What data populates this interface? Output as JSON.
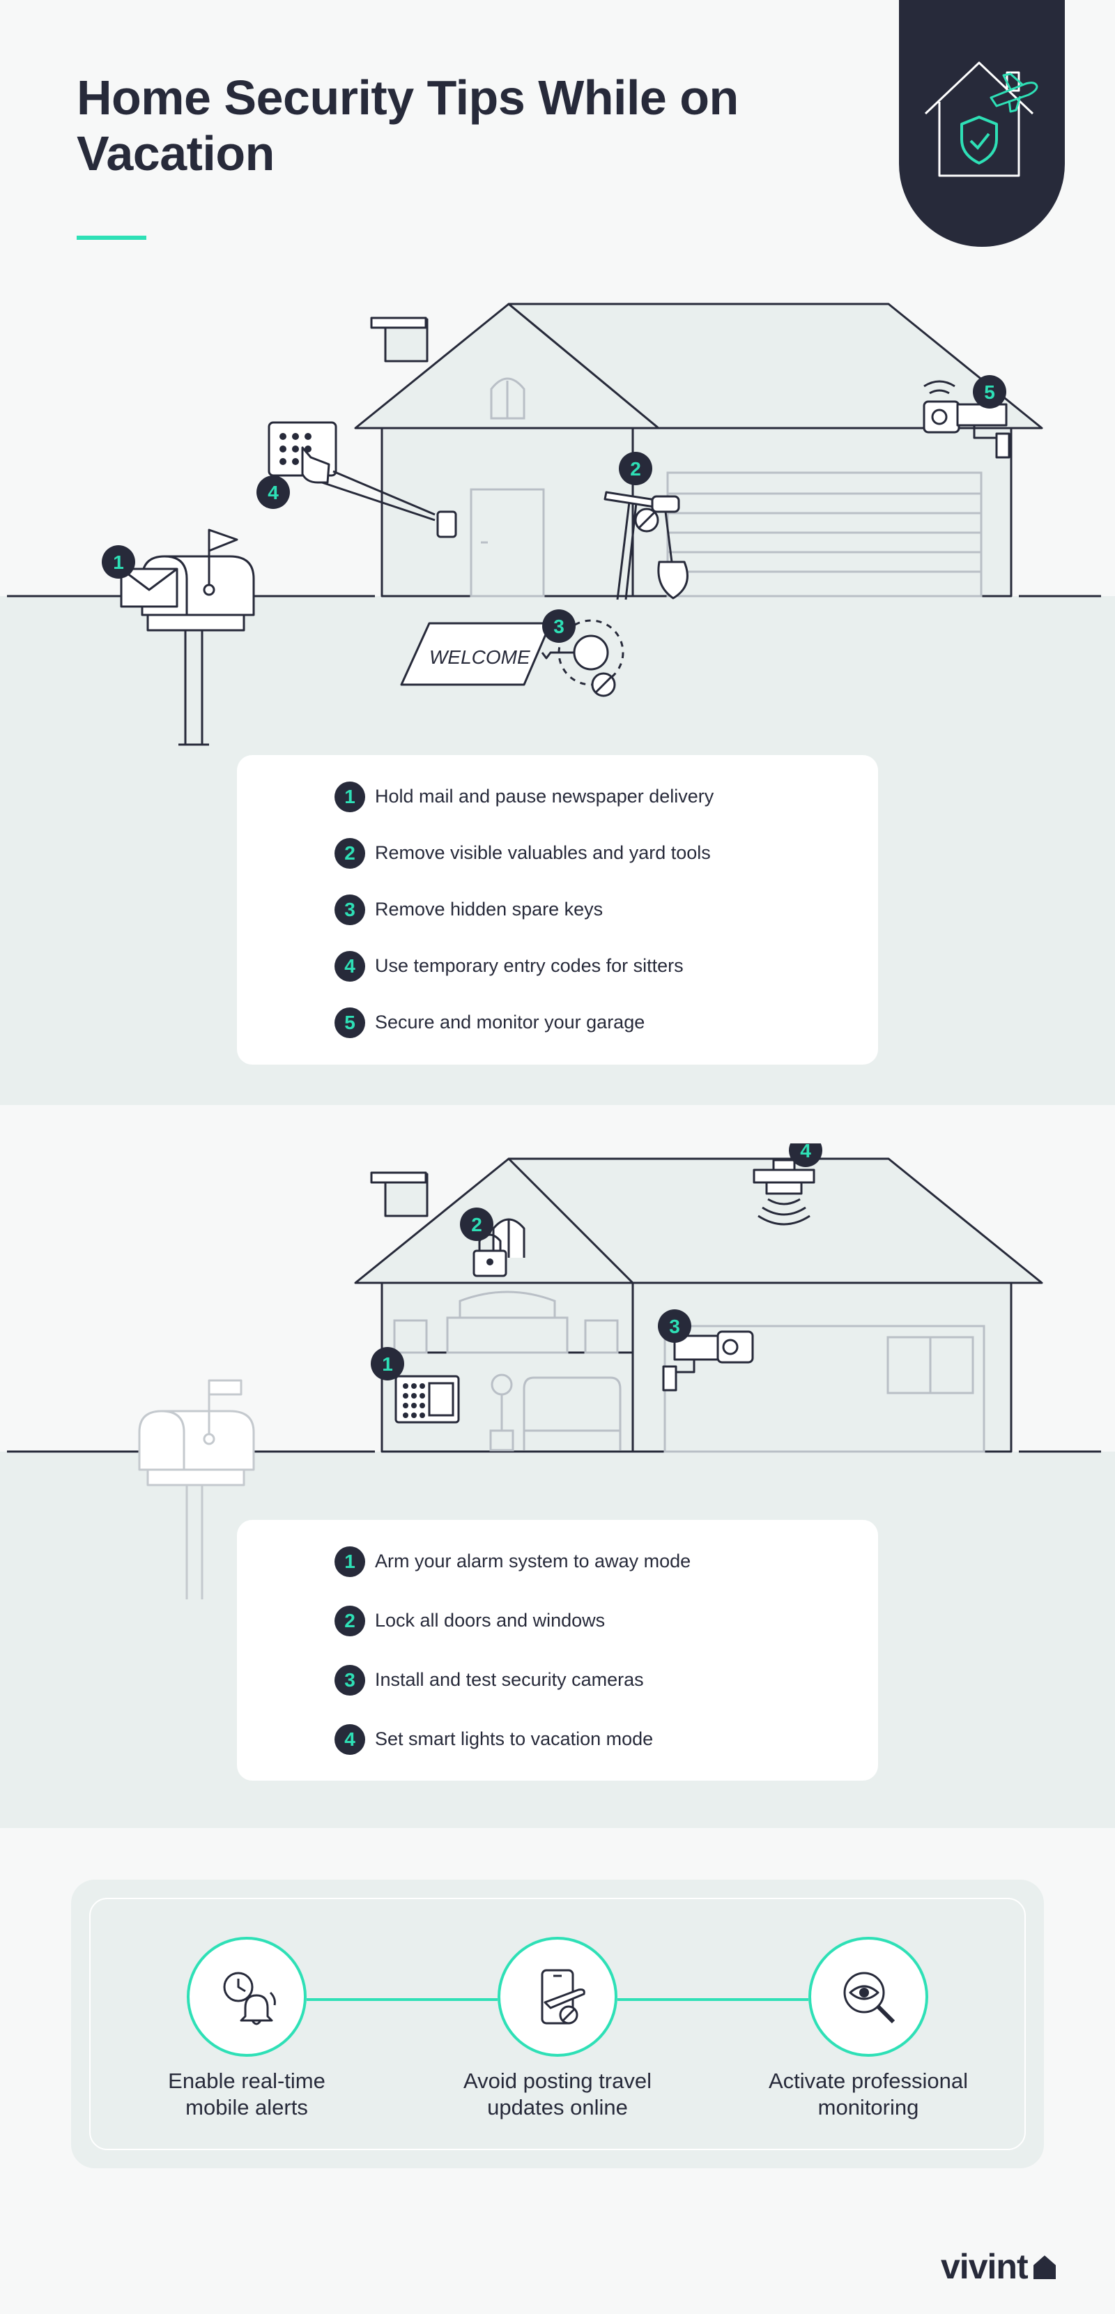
{
  "header": {
    "title": "Home Security Tips While on Vacation"
  },
  "colors": {
    "navy": "#272a3a",
    "accent": "#2ee0b6",
    "ground": "#e9efee",
    "card": "#ffffff"
  },
  "section1": {
    "tips": [
      {
        "number": "1",
        "text": "Hold mail and pause newspaper delivery"
      },
      {
        "number": "2",
        "text": "Remove visible valuables and yard tools"
      },
      {
        "number": "3",
        "text": "Remove hidden spare keys"
      },
      {
        "number": "4",
        "text": "Use temporary entry codes for sitters"
      },
      {
        "number": "5",
        "text": "Secure and monitor your garage"
      }
    ],
    "scene": {
      "markers": [
        "1",
        "2",
        "3",
        "4",
        "5"
      ],
      "doormat_text": "WELCOME"
    }
  },
  "section2": {
    "tips": [
      {
        "number": "1",
        "text": "Arm your alarm system to away mode"
      },
      {
        "number": "2",
        "text": "Lock all doors and windows"
      },
      {
        "number": "3",
        "text": "Install and test security cameras"
      },
      {
        "number": "4",
        "text": "Set smart lights to vacation mode"
      }
    ],
    "scene": {
      "markers": [
        "1",
        "2",
        "3",
        "4"
      ]
    }
  },
  "extras": [
    {
      "icon": "alarm-bell-icon",
      "label": "Enable real-time\nmobile alerts"
    },
    {
      "icon": "phone-plane-icon",
      "label": "Avoid posting travel\nupdates online"
    },
    {
      "icon": "eye-magnifier-icon",
      "label": "Activate professional\nmonitoring"
    }
  ],
  "footer": {
    "brand": "vivint"
  }
}
